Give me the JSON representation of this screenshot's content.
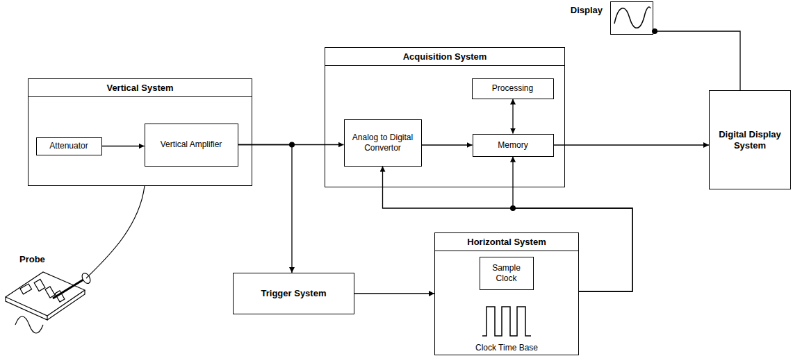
{
  "diagram": {
    "nodes": [
      {
        "text": [
          "Vertical System"
        ]
      },
      {
        "text": [
          "Attenuator"
        ],
        "in": 0
      },
      {
        "text": [
          "Vertical Amplifier"
        ],
        "in": 0
      },
      {
        "text": [
          "Acquisition System"
        ]
      },
      {
        "text": [
          "Processing"
        ],
        "in": 3
      },
      {
        "text": [
          "Analog to Digital Convertor"
        ],
        "in": 3
      },
      {
        "text": [
          "Memory"
        ],
        "in": 3
      },
      {
        "text": [
          "Display"
        ]
      },
      {
        "text": [
          "Digital Display System"
        ]
      },
      {
        "text": [
          "Trigger System"
        ]
      },
      {
        "text": [
          "Horizontal System",
          "Clock Time Base"
        ]
      },
      {
        "text": [
          "Sample Clock"
        ],
        "in": 10
      }
    ],
    "edges": [
      {
        "from": 1,
        "to": 2,
        "arrow": "to"
      },
      {
        "from": 2,
        "to": 5,
        "arrow": "to"
      },
      {
        "from": 2,
        "to": 9,
        "arrow": "to"
      },
      {
        "from": 5,
        "to": 6,
        "arrow": "to"
      },
      {
        "from": 4,
        "to": 6,
        "arrow": "both"
      },
      {
        "from": 6,
        "to": 8,
        "arrow": "to"
      },
      {
        "from": 8,
        "to": 7,
        "arrow": "none"
      },
      {
        "from": 9,
        "to": 10,
        "arrow": "to"
      },
      {
        "from": 10,
        "to": 5,
        "arrow": "to"
      },
      {
        "from": 10,
        "to": 6,
        "arrow": "to"
      }
    ],
    "labels": [
      "Probe"
    ]
  }
}
